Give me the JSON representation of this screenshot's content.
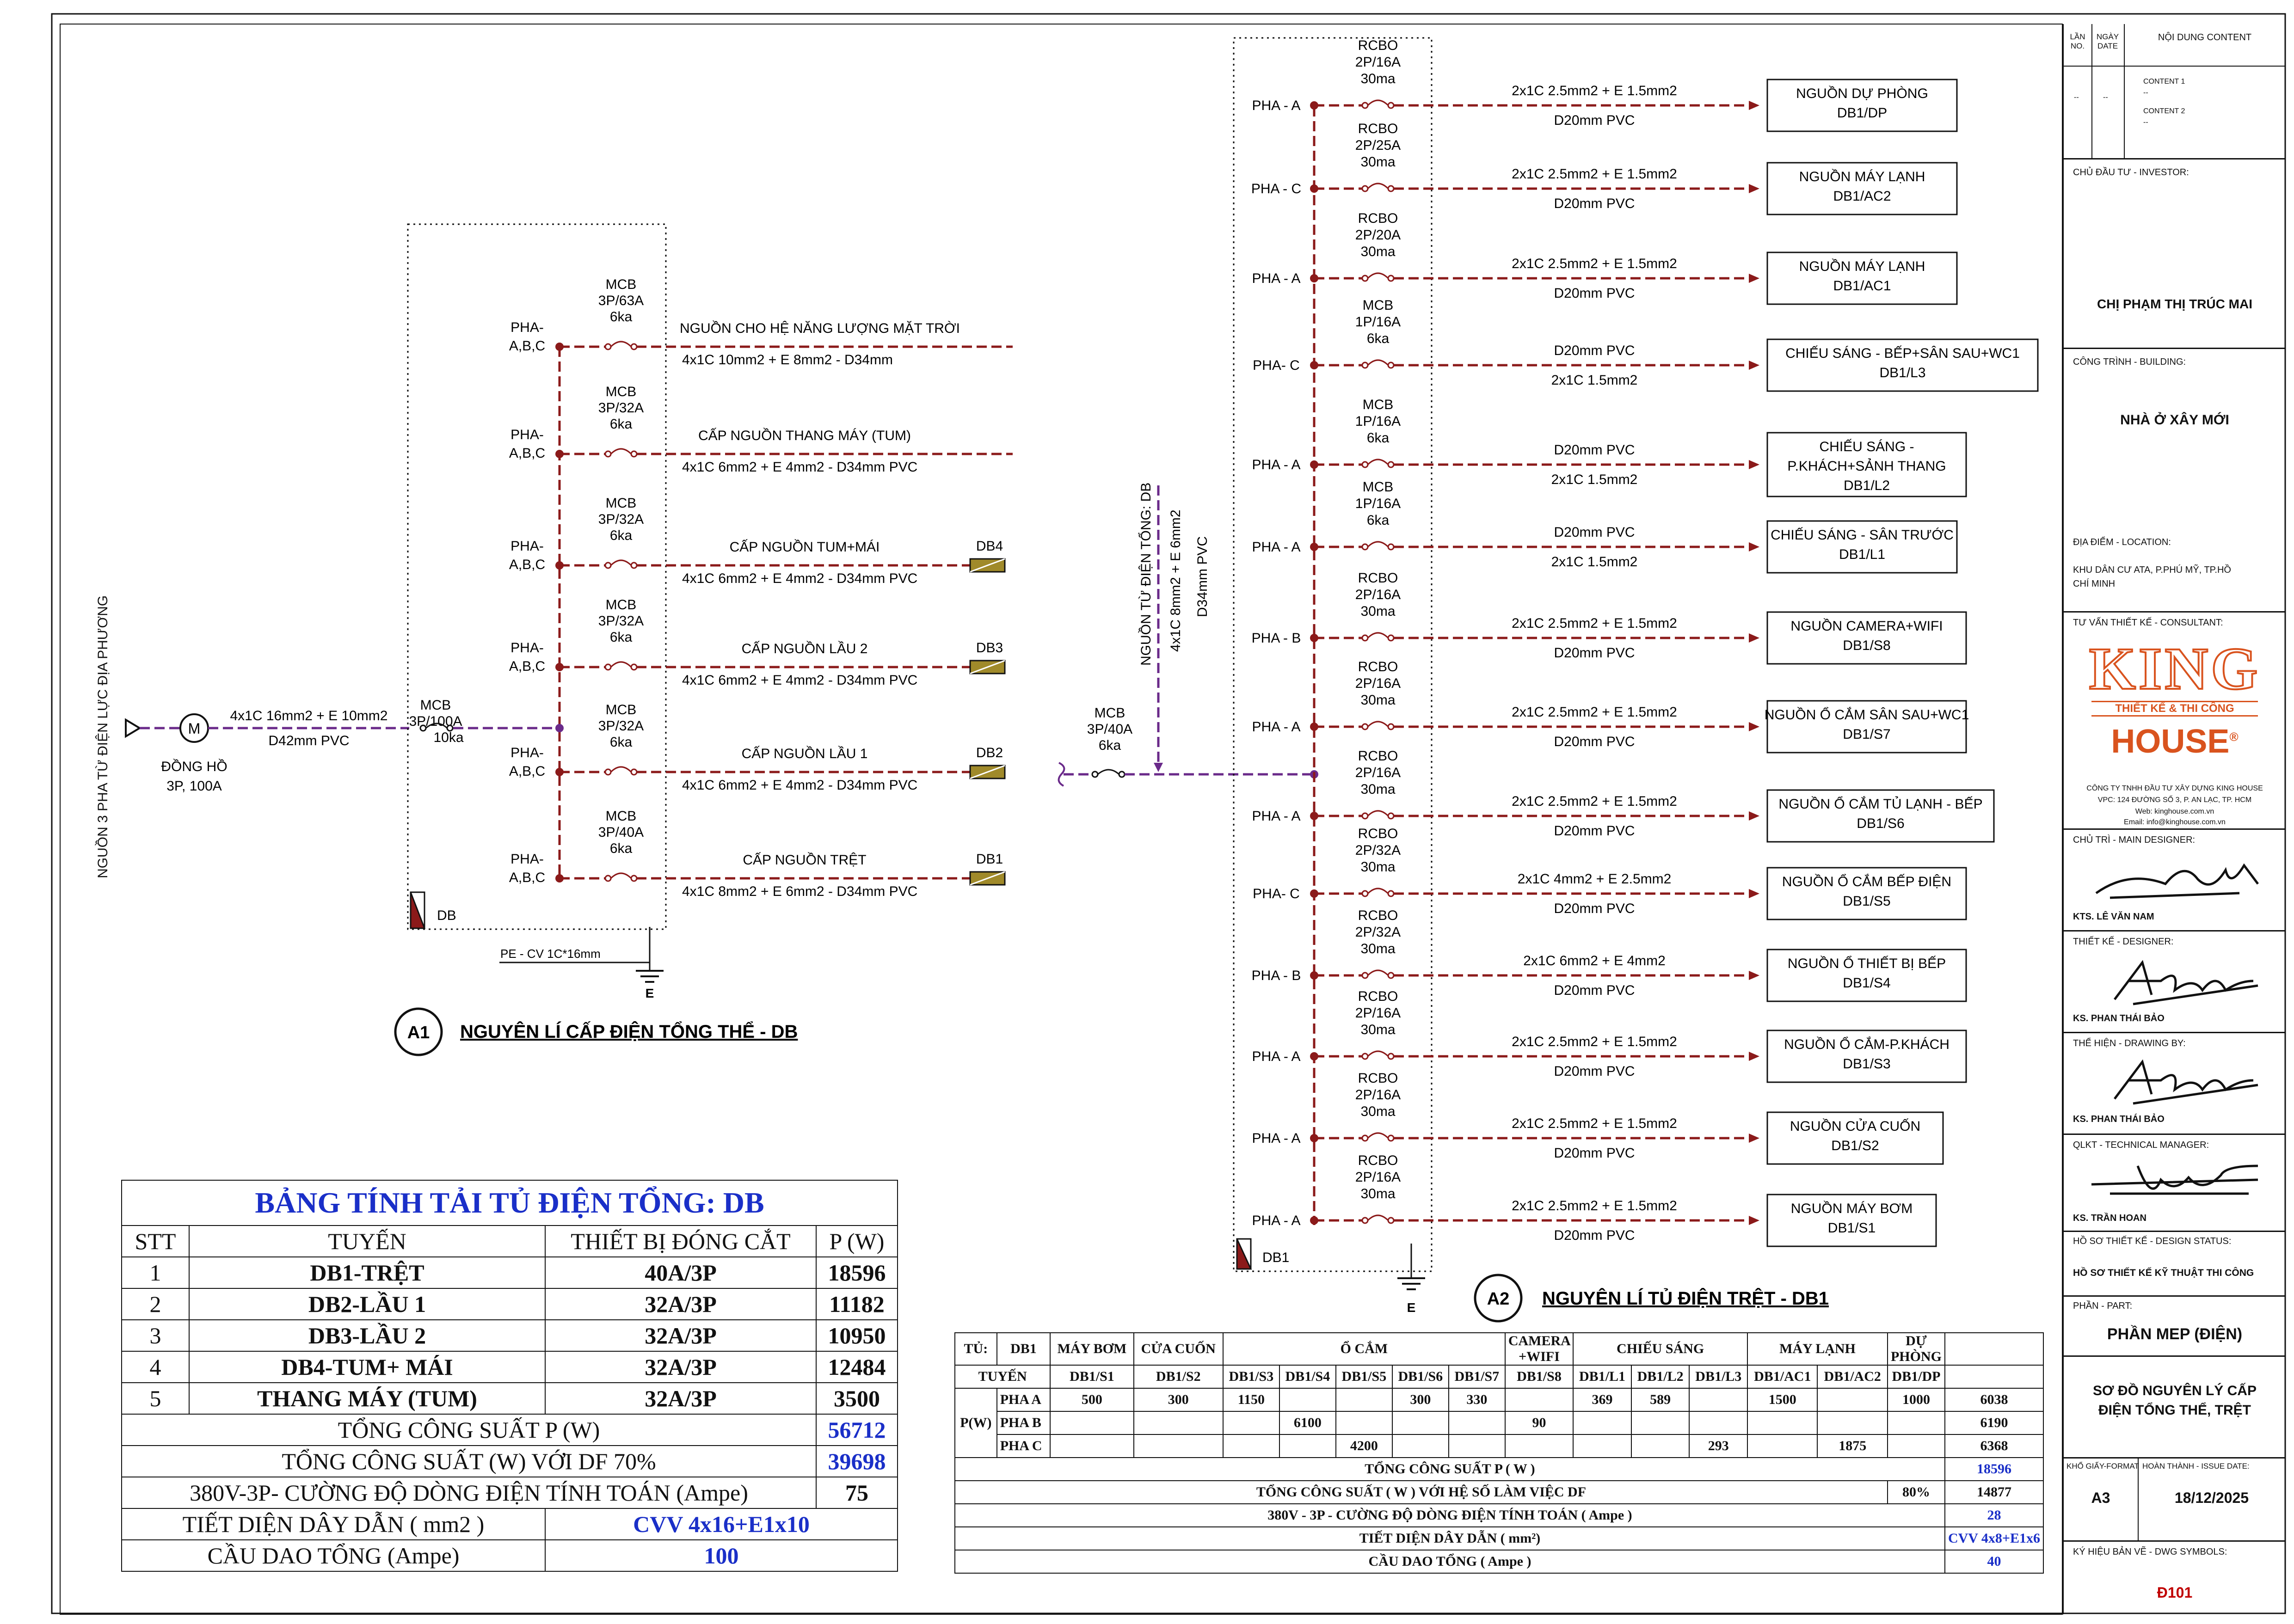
{
  "diagram_a1": {
    "source_label": "NGUỒN 3 PHA TỪ ĐIỆN LỰC ĐỊA PHƯƠNG",
    "meter_symbol": "M",
    "meter_label_1": "ĐỒNG HỒ",
    "meter_label_2": "3P, 100A",
    "feed_cable": "4x1C 16mm2 + E 10mm2",
    "feed_conduit": "D42mm PVC",
    "main_breaker": [
      "MCB",
      "3P/100A",
      "10ka"
    ],
    "panel_name": "DB",
    "pe_label": "PE - CV 1C*16mm",
    "earth": "E",
    "caption_no": "A1",
    "caption": "NGUYÊN LÍ CẤP ĐIỆN TỔNG THỂ - DB",
    "branches": [
      {
        "phase": [
          "PHA-",
          "A,B,C"
        ],
        "breaker": [
          "MCB",
          "3P/63A",
          "6ka"
        ],
        "name": "NGUỒN CHO HỆ NĂNG LƯỢNG MẶT TRỜI",
        "cable": "4x1C 10mm2 + E 8mm2 - D34mm",
        "target": ""
      },
      {
        "phase": [
          "PHA-",
          "A,B,C"
        ],
        "breaker": [
          "MCB",
          "3P/32A",
          "6ka"
        ],
        "name": "CẤP NGUỒN THANG MÁY (TUM)",
        "cable": "4x1C 6mm2 + E 4mm2 - D34mm PVC",
        "target": ""
      },
      {
        "phase": [
          "PHA-",
          "A,B,C"
        ],
        "breaker": [
          "MCB",
          "3P/32A",
          "6ka"
        ],
        "name": "CẤP NGUỒN TUM+MÁI",
        "cable": "4x1C 6mm2 + E 4mm2 - D34mm PVC",
        "target": "DB4"
      },
      {
        "phase": [
          "PHA-",
          "A,B,C"
        ],
        "breaker": [
          "MCB",
          "3P/32A",
          "6ka"
        ],
        "name": "CẤP NGUỒN LẦU 2",
        "cable": "4x1C 6mm2 + E 4mm2 - D34mm PVC",
        "target": "DB3"
      },
      {
        "phase": [
          "PHA-",
          "A,B,C"
        ],
        "breaker": [
          "MCB",
          "3P/32A",
          "6ka"
        ],
        "name": "CẤP NGUỒN LẦU 1",
        "cable": "4x1C 6mm2 + E 4mm2 - D34mm PVC",
        "target": "DB2"
      },
      {
        "phase": [
          "PHA-",
          "A,B,C"
        ],
        "breaker": [
          "MCB",
          "3P/40A",
          "6ka"
        ],
        "name": "CẤP NGUỒN TRỆT",
        "cable": "4x1C 8mm2 + E 6mm2 - D34mm PVC",
        "target": "DB1"
      }
    ]
  },
  "diagram_a2": {
    "incoming_label": "NGUỒN TỪ ĐIỆN TỔNG: DB",
    "incoming_cable": "4x1C 8mm2 + E 6mm2",
    "incoming_conduit": "D34mm PVC",
    "main_breaker": [
      "MCB",
      "3P/40A",
      "6ka"
    ],
    "panel_name": "DB1",
    "earth": "E",
    "caption_no": "A2",
    "caption": "NGUYÊN LÍ TỦ ĐIỆN TRỆT - DB1",
    "branches": [
      {
        "phase": "PHA - A",
        "breaker": [
          "RCBO",
          "2P/16A",
          "30ma"
        ],
        "cable_top": "2x1C 2.5mm2 + E 1.5mm2",
        "cable_bot": "D20mm PVC",
        "target": [
          "NGUỒN DỰ PHÒNG",
          "DB1/DP"
        ]
      },
      {
        "phase": "PHA - C",
        "breaker": [
          "RCBO",
          "2P/25A",
          "30ma"
        ],
        "cable_top": "2x1C 2.5mm2 + E 1.5mm2",
        "cable_bot": "D20mm PVC",
        "target": [
          "NGUỒN MÁY LẠNH",
          "DB1/AC2"
        ]
      },
      {
        "phase": "PHA - A",
        "breaker": [
          "RCBO",
          "2P/20A",
          "30ma"
        ],
        "cable_top": "2x1C 2.5mm2 + E 1.5mm2",
        "cable_bot": "D20mm PVC",
        "target": [
          "NGUỒN MÁY LẠNH",
          "DB1/AC1"
        ]
      },
      {
        "phase": "PHA- C",
        "breaker": [
          "MCB",
          "1P/16A",
          "6ka"
        ],
        "cable_top": "D20mm PVC",
        "cable_bot": "2x1C 1.5mm2",
        "target": [
          "CHIẾU SÁNG - BẾP+SÂN SAU+WC1",
          "DB1/L3"
        ]
      },
      {
        "phase": "PHA - A",
        "breaker": [
          "MCB",
          "1P/16A",
          "6ka"
        ],
        "cable_top": "D20mm PVC",
        "cable_bot": "2x1C 1.5mm2",
        "target": [
          "CHIẾU SÁNG -",
          "P.KHÁCH+SẢNH THANG",
          "DB1/L2"
        ]
      },
      {
        "phase": "PHA - A",
        "breaker": [
          "MCB",
          "1P/16A",
          "6ka"
        ],
        "cable_top": "D20mm PVC",
        "cable_bot": "2x1C 1.5mm2",
        "target": [
          "CHIẾU SÁNG - SÂN TRƯỚC",
          "DB1/L1"
        ]
      },
      {
        "phase": "PHA - B",
        "breaker": [
          "RCBO",
          "2P/16A",
          "30ma"
        ],
        "cable_top": "2x1C 2.5mm2 + E 1.5mm2",
        "cable_bot": "D20mm PVC",
        "target": [
          "NGUỒN CAMERA+WIFI",
          "DB1/S8"
        ]
      },
      {
        "phase": "PHA - A",
        "breaker": [
          "RCBO",
          "2P/16A",
          "30ma"
        ],
        "cable_top": "2x1C 2.5mm2 + E 1.5mm2",
        "cable_bot": "D20mm PVC",
        "target": [
          "NGUỒN Ổ CẮM SÂN SAU+WC1",
          "DB1/S7"
        ]
      },
      {
        "phase": "PHA - A",
        "breaker": [
          "RCBO",
          "2P/16A",
          "30ma"
        ],
        "cable_top": "2x1C 2.5mm2 + E 1.5mm2",
        "cable_bot": "D20mm PVC",
        "target": [
          "NGUỒN Ổ CẮM TỦ LẠNH - BẾP",
          "DB1/S6"
        ]
      },
      {
        "phase": "PHA- C",
        "breaker": [
          "RCBO",
          "2P/32A",
          "30ma"
        ],
        "cable_top": "2x1C 4mm2 + E 2.5mm2",
        "cable_bot": "D20mm PVC",
        "target": [
          "NGUỒN Ổ CẮM BẾP ĐIỆN",
          "DB1/S5"
        ]
      },
      {
        "phase": "PHA - B",
        "breaker": [
          "RCBO",
          "2P/32A",
          "30ma"
        ],
        "cable_top": "2x1C 6mm2 + E 4mm2",
        "cable_bot": "D20mm PVC",
        "target": [
          "NGUỒN Ổ THIẾT BỊ BẾP",
          "DB1/S4"
        ]
      },
      {
        "phase": "PHA - A",
        "breaker": [
          "RCBO",
          "2P/16A",
          "30ma"
        ],
        "cable_top": "2x1C 2.5mm2 + E 1.5mm2",
        "cable_bot": "D20mm PVC",
        "target": [
          "NGUỒN Ổ CẮM-P.KHÁCH",
          "DB1/S3"
        ]
      },
      {
        "phase": "PHA - A",
        "breaker": [
          "RCBO",
          "2P/16A",
          "30ma"
        ],
        "cable_top": "2x1C 2.5mm2 + E 1.5mm2",
        "cable_bot": "D20mm PVC",
        "target": [
          "NGUỒN CỬA CUỐN",
          "DB1/S2"
        ]
      },
      {
        "phase": "PHA - A",
        "breaker": [
          "RCBO",
          "2P/16A",
          "30ma"
        ],
        "cable_top": "2x1C 2.5mm2 + E 1.5mm2",
        "cable_bot": "D20mm PVC",
        "target": [
          "NGUỒN MÁY BƠM",
          "DB1/S1"
        ]
      }
    ]
  },
  "load_table_db": {
    "title": "BẢNG TÍNH TẢI TỦ ĐIỆN TỔNG: DB",
    "headers": [
      "STT",
      "TUYẾN",
      "THIẾT BỊ ĐÓNG CẮT",
      "P (W)"
    ],
    "rows": [
      [
        "1",
        "DB1-TRỆT",
        "40A/3P",
        "18596"
      ],
      [
        "2",
        "DB2-LẦU 1",
        "32A/3P",
        "11182"
      ],
      [
        "3",
        "DB3-LẦU 2",
        "32A/3P",
        "10950"
      ],
      [
        "4",
        "DB4-TUM+ MÁI",
        "32A/3P",
        "12484"
      ],
      [
        "5",
        "THANG MÁY (TUM)",
        "32A/3P",
        "3500"
      ]
    ],
    "total_label": "TỔNG CÔNG SUẤT P (W)",
    "total_value": "56712",
    "df_label": "TỔNG CÔNG SUẤT (W) VỚI DF 70%",
    "df_value": "39698",
    "current_label": "380V-3P- CƯỜNG ĐỘ DÒNG ĐIỆN TÍNH TOÁN (Ampe)",
    "current_value": "75",
    "cable_label": "TIẾT DIỆN DÂY DẪN ( mm2 )",
    "cable_value": "CVV 4x16+E1x10",
    "breaker_label": "CẦU DAO TỔNG (Ampe)",
    "breaker_value": "100"
  },
  "load_table_db1": {
    "tu_label": "TỦ:",
    "tu_value": "DB1",
    "groups": [
      "MÁY BƠM",
      "CỬA CUỐN",
      "Ổ CẮM",
      "CAMERA +WIFI",
      "CHIẾU SÁNG",
      "MÁY LẠNH",
      "DỰ PHÒNG"
    ],
    "tuyen_label": "TUYẾN",
    "circuits": [
      "DB1/S1",
      "DB1/S2",
      "DB1/S3",
      "DB1/S4",
      "DB1/S5",
      "DB1/S6",
      "DB1/S7",
      "DB1/S8",
      "DB1/L1",
      "DB1/L2",
      "DB1/L3",
      "DB1/AC1",
      "DB1/AC2",
      "DB1/DP"
    ],
    "pw_label": "P(W)",
    "phases": [
      {
        "name": "PHA A",
        "values": [
          "500",
          "300",
          "1150",
          "",
          "",
          "300",
          "330",
          "",
          "369",
          "589",
          "",
          "1500",
          "",
          "1000"
        ],
        "total": "6038"
      },
      {
        "name": "PHA B",
        "values": [
          "",
          "",
          "",
          "6100",
          "",
          "",
          "",
          "90",
          "",
          "",
          "",
          "",
          "",
          ""
        ],
        "total": "6190"
      },
      {
        "name": "PHA C",
        "values": [
          "",
          "",
          "",
          "",
          "4200",
          "",
          "",
          "",
          "",
          "",
          "293",
          "",
          "1875",
          ""
        ],
        "total": "6368"
      }
    ],
    "total_label": "TỔNG CÔNG SUẤT P ( W )",
    "total_value": "18596",
    "df_label": "TỔNG CÔNG SUẤT ( W ) VỚI HỆ SỐ LÀM VIỆC DF",
    "df_pct": "80%",
    "df_value": "14877",
    "current_label": "380V - 3P - CƯỜNG ĐỘ DÒNG ĐIỆN TÍNH TOÁN ( Ampe )",
    "current_value": "28",
    "cable_label": "TIẾT DIỆN DÂY DẪN ( mm²)",
    "cable_value": "CVV 4x8+E1x6",
    "breaker_label": "CẦU DAO TỔNG ( Ampe )",
    "breaker_value": "40"
  },
  "title_block": {
    "rev_headers": [
      "LẦN NO.",
      "NGÀY DATE",
      "NỘI DUNG CONTENT"
    ],
    "rev_dash": "--",
    "rev_content": [
      "CONTENT 1",
      "--",
      "CONTENT 2",
      "--"
    ],
    "investor_label": "CHỦ ĐẦU TƯ - INVESTOR:",
    "investor": "CHỊ PHẠM THỊ TRÚC MAI",
    "building_label": "CÔNG TRÌNH - BUILDING:",
    "building": "NHÀ Ở XÂY MỚI",
    "location_label": "ĐỊA ĐIỂM - LOCATION:",
    "location": [
      "KHU DÂN CƯ ATA, P.PHÚ MỸ, TP.HỒ",
      "CHÍ MINH"
    ],
    "consultant_label": "TƯ VẤN THIẾT KẾ - CONSULTANT:",
    "logo_top": "KING",
    "logo_sub": "THIẾT KẾ & THI CÔNG",
    "logo_house": "HOUSE",
    "logo_reg": "®",
    "company": "CÔNG TY TNHH ĐẦU TƯ XÂY DỰNG KING HOUSE",
    "company_address": "VPC: 124 ĐƯỜNG SỐ 3, P. AN LẠC, TP. HCM",
    "company_web": "Web: kinghouse.com.vn",
    "company_email": "Email: info@kinghouse.com.vn",
    "main_designer_label": "CHỦ TRÌ - MAIN DESIGNER:",
    "main_designer": "KTS. LÊ VĂN NAM",
    "designer_label": "THIẾT KẾ - DESIGNER:",
    "designer": "KS. PHAN THÁI BẢO",
    "drawing_label": "THỂ HIỆN - DRAWING BY:",
    "drawing": "KS. PHAN THÁI BẢO",
    "tech_label": "QLKT - TECHNICAL MANAGER:",
    "tech": "KS. TRẦN HOAN",
    "status_label": "HỒ SƠ THIẾT KẾ - DESIGN STATUS:",
    "status": "HỒ SƠ THIẾT KẾ KỸ THUẬT THI CÔNG",
    "part_label": "PHẦN - PART:",
    "part": "PHẦN MEP (ĐIỆN)",
    "sheet_title": [
      "SƠ ĐỒ NGUYÊN LÝ CẤP",
      "ĐIỆN TỔNG THỂ, TRỆT"
    ],
    "format_label": "KHỔ GIẤY-FORMAT",
    "format": "A3",
    "issue_label": "HOÀN THÀNH - ISSUE DATE:",
    "issue": "18/12/2025",
    "dwg_label": "KÝ HIỆU BẢN VẼ - DWG SYMBOLS:",
    "dwg": "Đ101"
  },
  "colors": {
    "wire": "#8b1a1a",
    "feeder": "#6a2a8a",
    "accent": "#1a2fc8",
    "brand": "#d9531e",
    "stamp": "#c00000"
  }
}
